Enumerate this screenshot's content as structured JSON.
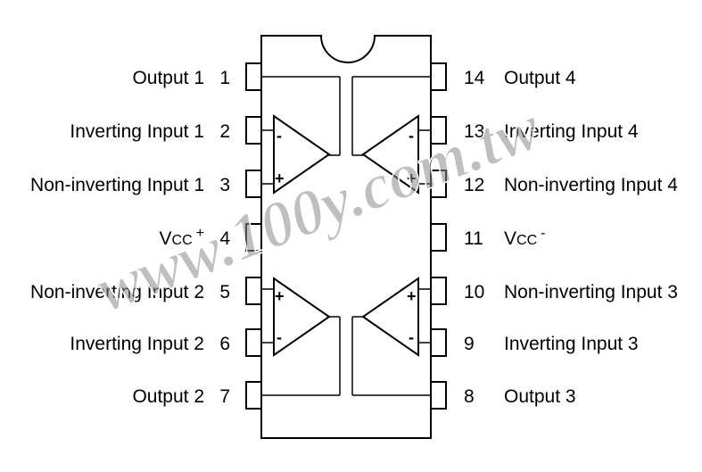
{
  "pins_left": [
    {
      "number": "1",
      "label": "Output 1"
    },
    {
      "number": "2",
      "label": "Inverting Input 1"
    },
    {
      "number": "3",
      "label": "Non-inverting Input 1"
    },
    {
      "number": "4",
      "label": "Vcc",
      "superscript": "+"
    },
    {
      "number": "5",
      "label": "Non-inverting Input 2"
    },
    {
      "number": "6",
      "label": "Inverting Input 2"
    },
    {
      "number": "7",
      "label": "Output 2"
    }
  ],
  "pins_right": [
    {
      "number": "14",
      "label": "Output 4"
    },
    {
      "number": "13",
      "label": "Inverting Input 4"
    },
    {
      "number": "12",
      "label": "Non-inverting Input 4"
    },
    {
      "number": "11",
      "label": "Vcc",
      "superscript": "-"
    },
    {
      "number": "10",
      "label": "Non-inverting Input 3"
    },
    {
      "number": "9",
      "label": "Inverting Input 3"
    },
    {
      "number": "8",
      "label": "Output 3"
    }
  ],
  "opamp_signs": {
    "plus": "+",
    "minus": "-"
  },
  "watermark": "www.100y.com.tw"
}
